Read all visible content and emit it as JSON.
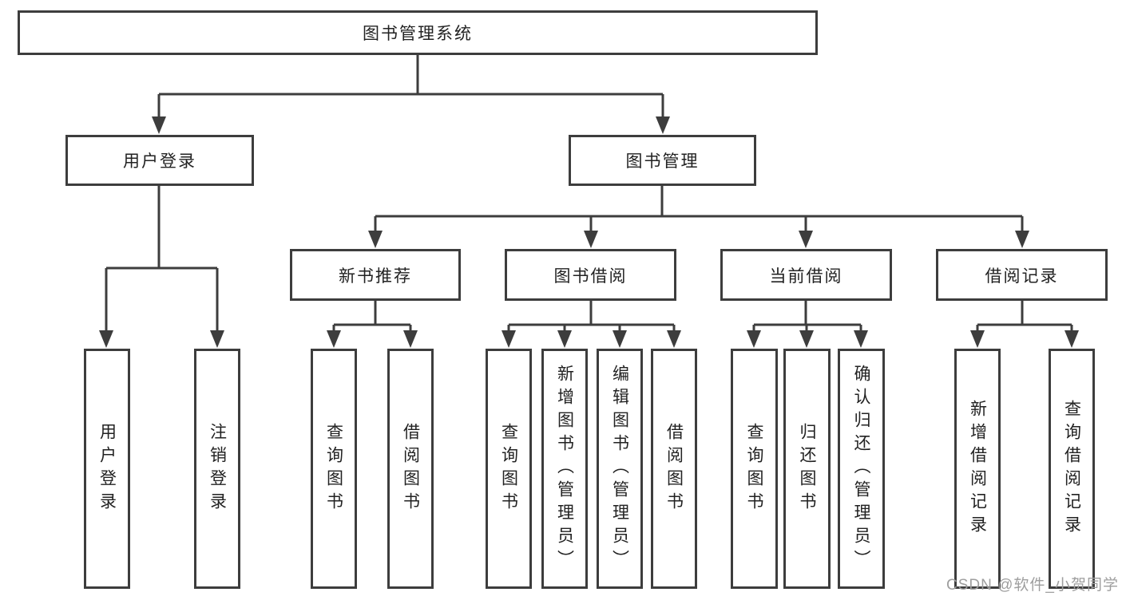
{
  "diagram": {
    "root": {
      "label": "图书管理系统"
    },
    "branches": [
      {
        "label": "用户登录",
        "children": [
          {
            "label": "用户登录"
          },
          {
            "label": "注销登录"
          }
        ]
      },
      {
        "label": "图书管理",
        "sections": [
          {
            "label": "新书推荐",
            "children": [
              {
                "label": "查询图书"
              },
              {
                "label": "借阅图书"
              }
            ]
          },
          {
            "label": "图书借阅",
            "children": [
              {
                "label": "查询图书"
              },
              {
                "label": "新增图书（管理员）"
              },
              {
                "label": "编辑图书（管理员）"
              },
              {
                "label": "借阅图书"
              }
            ]
          },
          {
            "label": "当前借阅",
            "children": [
              {
                "label": "查询图书"
              },
              {
                "label": "归还图书"
              },
              {
                "label": "确认归还（管理员）"
              }
            ]
          },
          {
            "label": "借阅记录",
            "children": [
              {
                "label": "新增借阅记录"
              },
              {
                "label": "查询借阅记录"
              }
            ]
          }
        ]
      }
    ]
  },
  "watermark": {
    "text": "CSDN @软件_小贺同学"
  },
  "colors": {
    "line": "#3d3d3d",
    "text": "#222222",
    "watermark": "#9e9e9e",
    "background": "#ffffff"
  }
}
